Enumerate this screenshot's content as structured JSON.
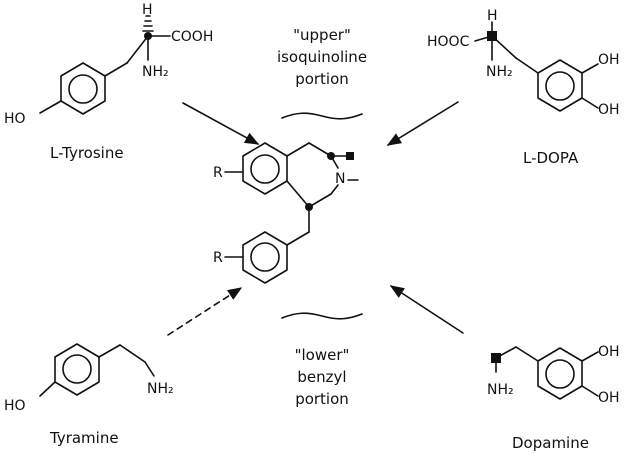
{
  "compounds": {
    "tyrosine": {
      "name": "L-Tyrosine",
      "ho": "HO",
      "h": "H",
      "cooh": "COOH",
      "nh2": "NH₂"
    },
    "dopa": {
      "name": "L-DOPA",
      "hooc": "HOOC",
      "h": "H",
      "nh2": "NH₂",
      "oh_top": "OH",
      "oh_bottom": "OH"
    },
    "tyramine": {
      "name": "Tyramine",
      "ho": "HO",
      "nh2": "NH₂"
    },
    "dopamine": {
      "name": "Dopamine",
      "nh2": "NH₂",
      "oh_top": "OH",
      "oh_bottom": "OH"
    },
    "product": {
      "r_top": "R",
      "r_bottom": "R",
      "n": "N",
      "methyl": "–"
    }
  },
  "portions": {
    "upper": {
      "line1": "\"upper\"",
      "line2": "isoquinoline",
      "line3": "portion"
    },
    "lower": {
      "line1": "\"lower\"",
      "line2": "benzyl",
      "line3": "portion"
    }
  },
  "arrows": [
    {
      "from": "L-Tyrosine",
      "style": "solid"
    },
    {
      "from": "L-DOPA",
      "style": "solid"
    },
    {
      "from": "Tyramine",
      "style": "dashed"
    },
    {
      "from": "Dopamine",
      "style": "solid"
    }
  ]
}
